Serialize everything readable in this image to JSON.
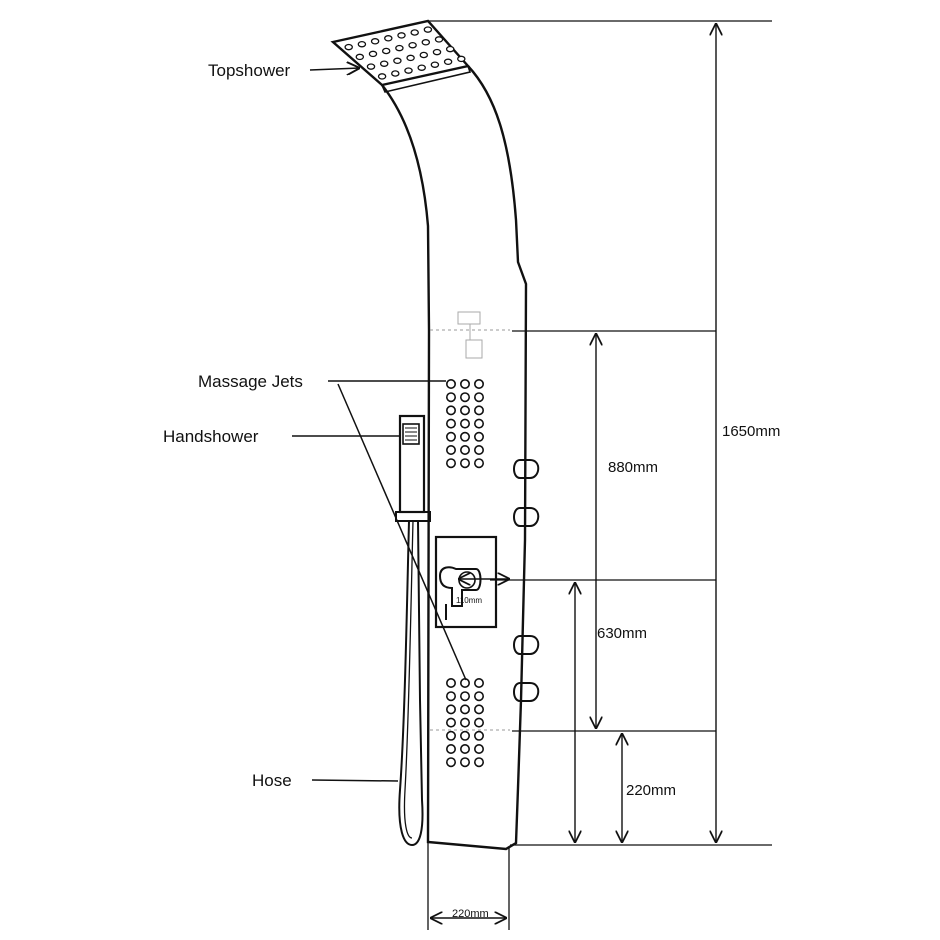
{
  "labels": {
    "topshower": "Topshower",
    "massage_jets": "Massage Jets",
    "handshower": "Handshower",
    "hose": "Hose"
  },
  "dimensions": {
    "total_height": "1650mm",
    "upper_section": "880mm",
    "middle_section": "630mm",
    "lower_section": "220mm",
    "panel_width": "220mm",
    "control_depth": "110mm"
  },
  "colors": {
    "line": "#111111",
    "background": "#ffffff"
  }
}
